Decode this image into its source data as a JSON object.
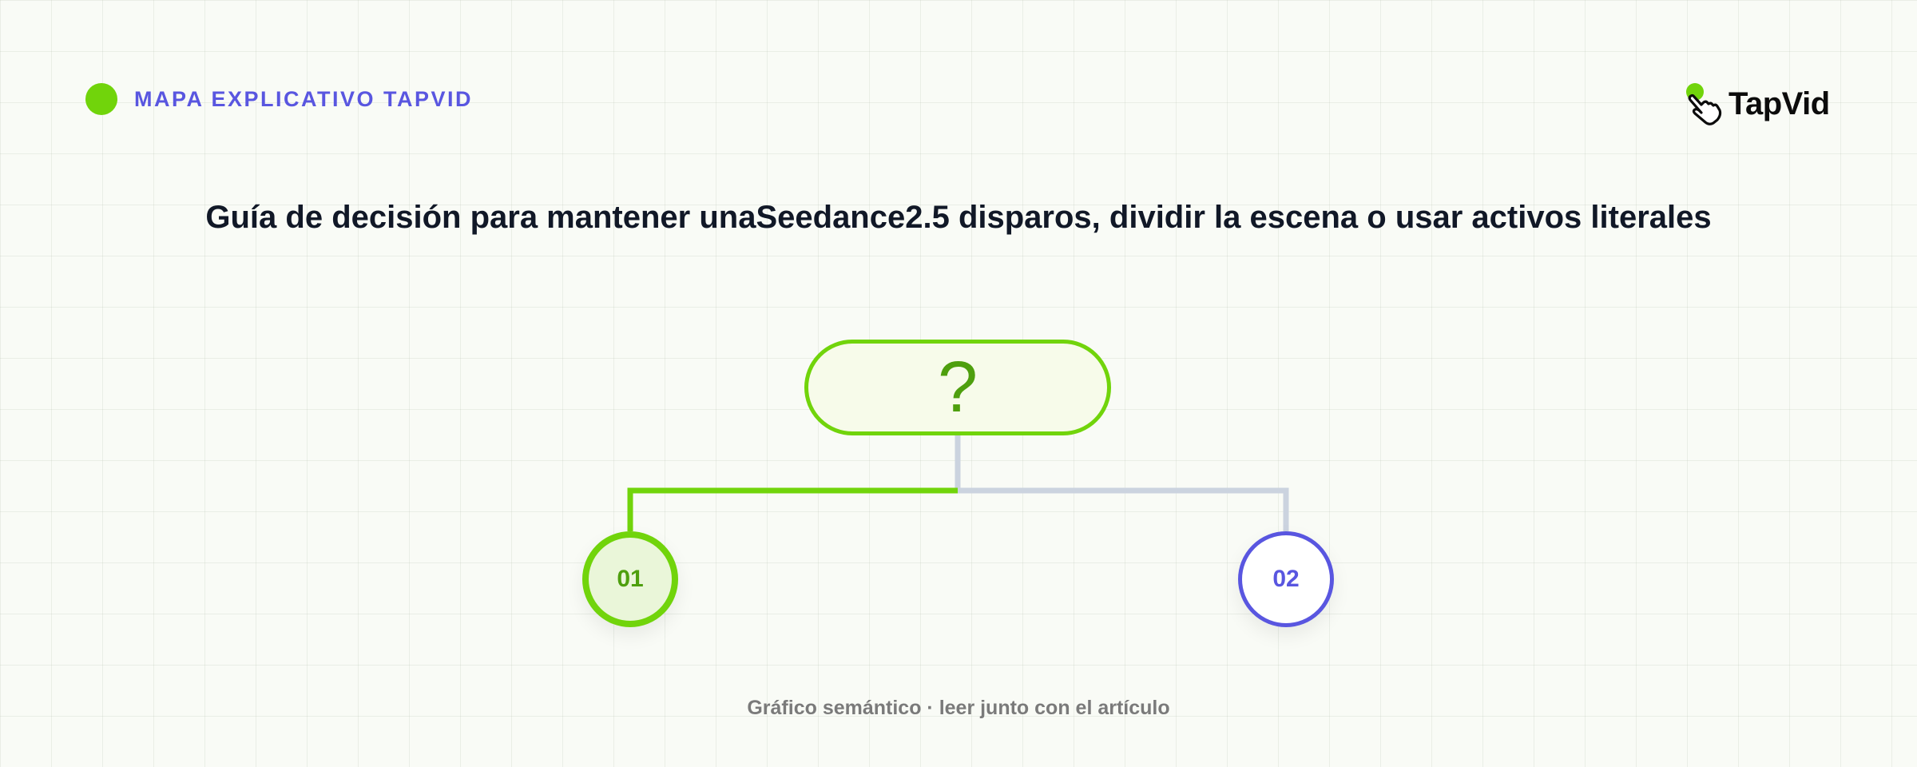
{
  "header": {
    "label": "MAPA EXPLICATIVO TAPVID"
  },
  "brand": {
    "name": "TapVid",
    "icon": "hand-pointer-icon"
  },
  "title": "Guía de decisión para mantener unaSeedance2.5 disparos, dividir la escena o usar activos literales",
  "diagram": {
    "root": {
      "label": "?"
    },
    "branches": [
      {
        "label": "01",
        "color": "#71d40b"
      },
      {
        "label": "02",
        "color": "#5956e0"
      }
    ]
  },
  "footer": {
    "caption": "Gráfico semántico · leer junto con el artículo"
  },
  "colors": {
    "accent_green": "#71d40b",
    "accent_purple": "#5956e0",
    "connector_gray": "#cbd3df",
    "title_text": "#111827"
  }
}
